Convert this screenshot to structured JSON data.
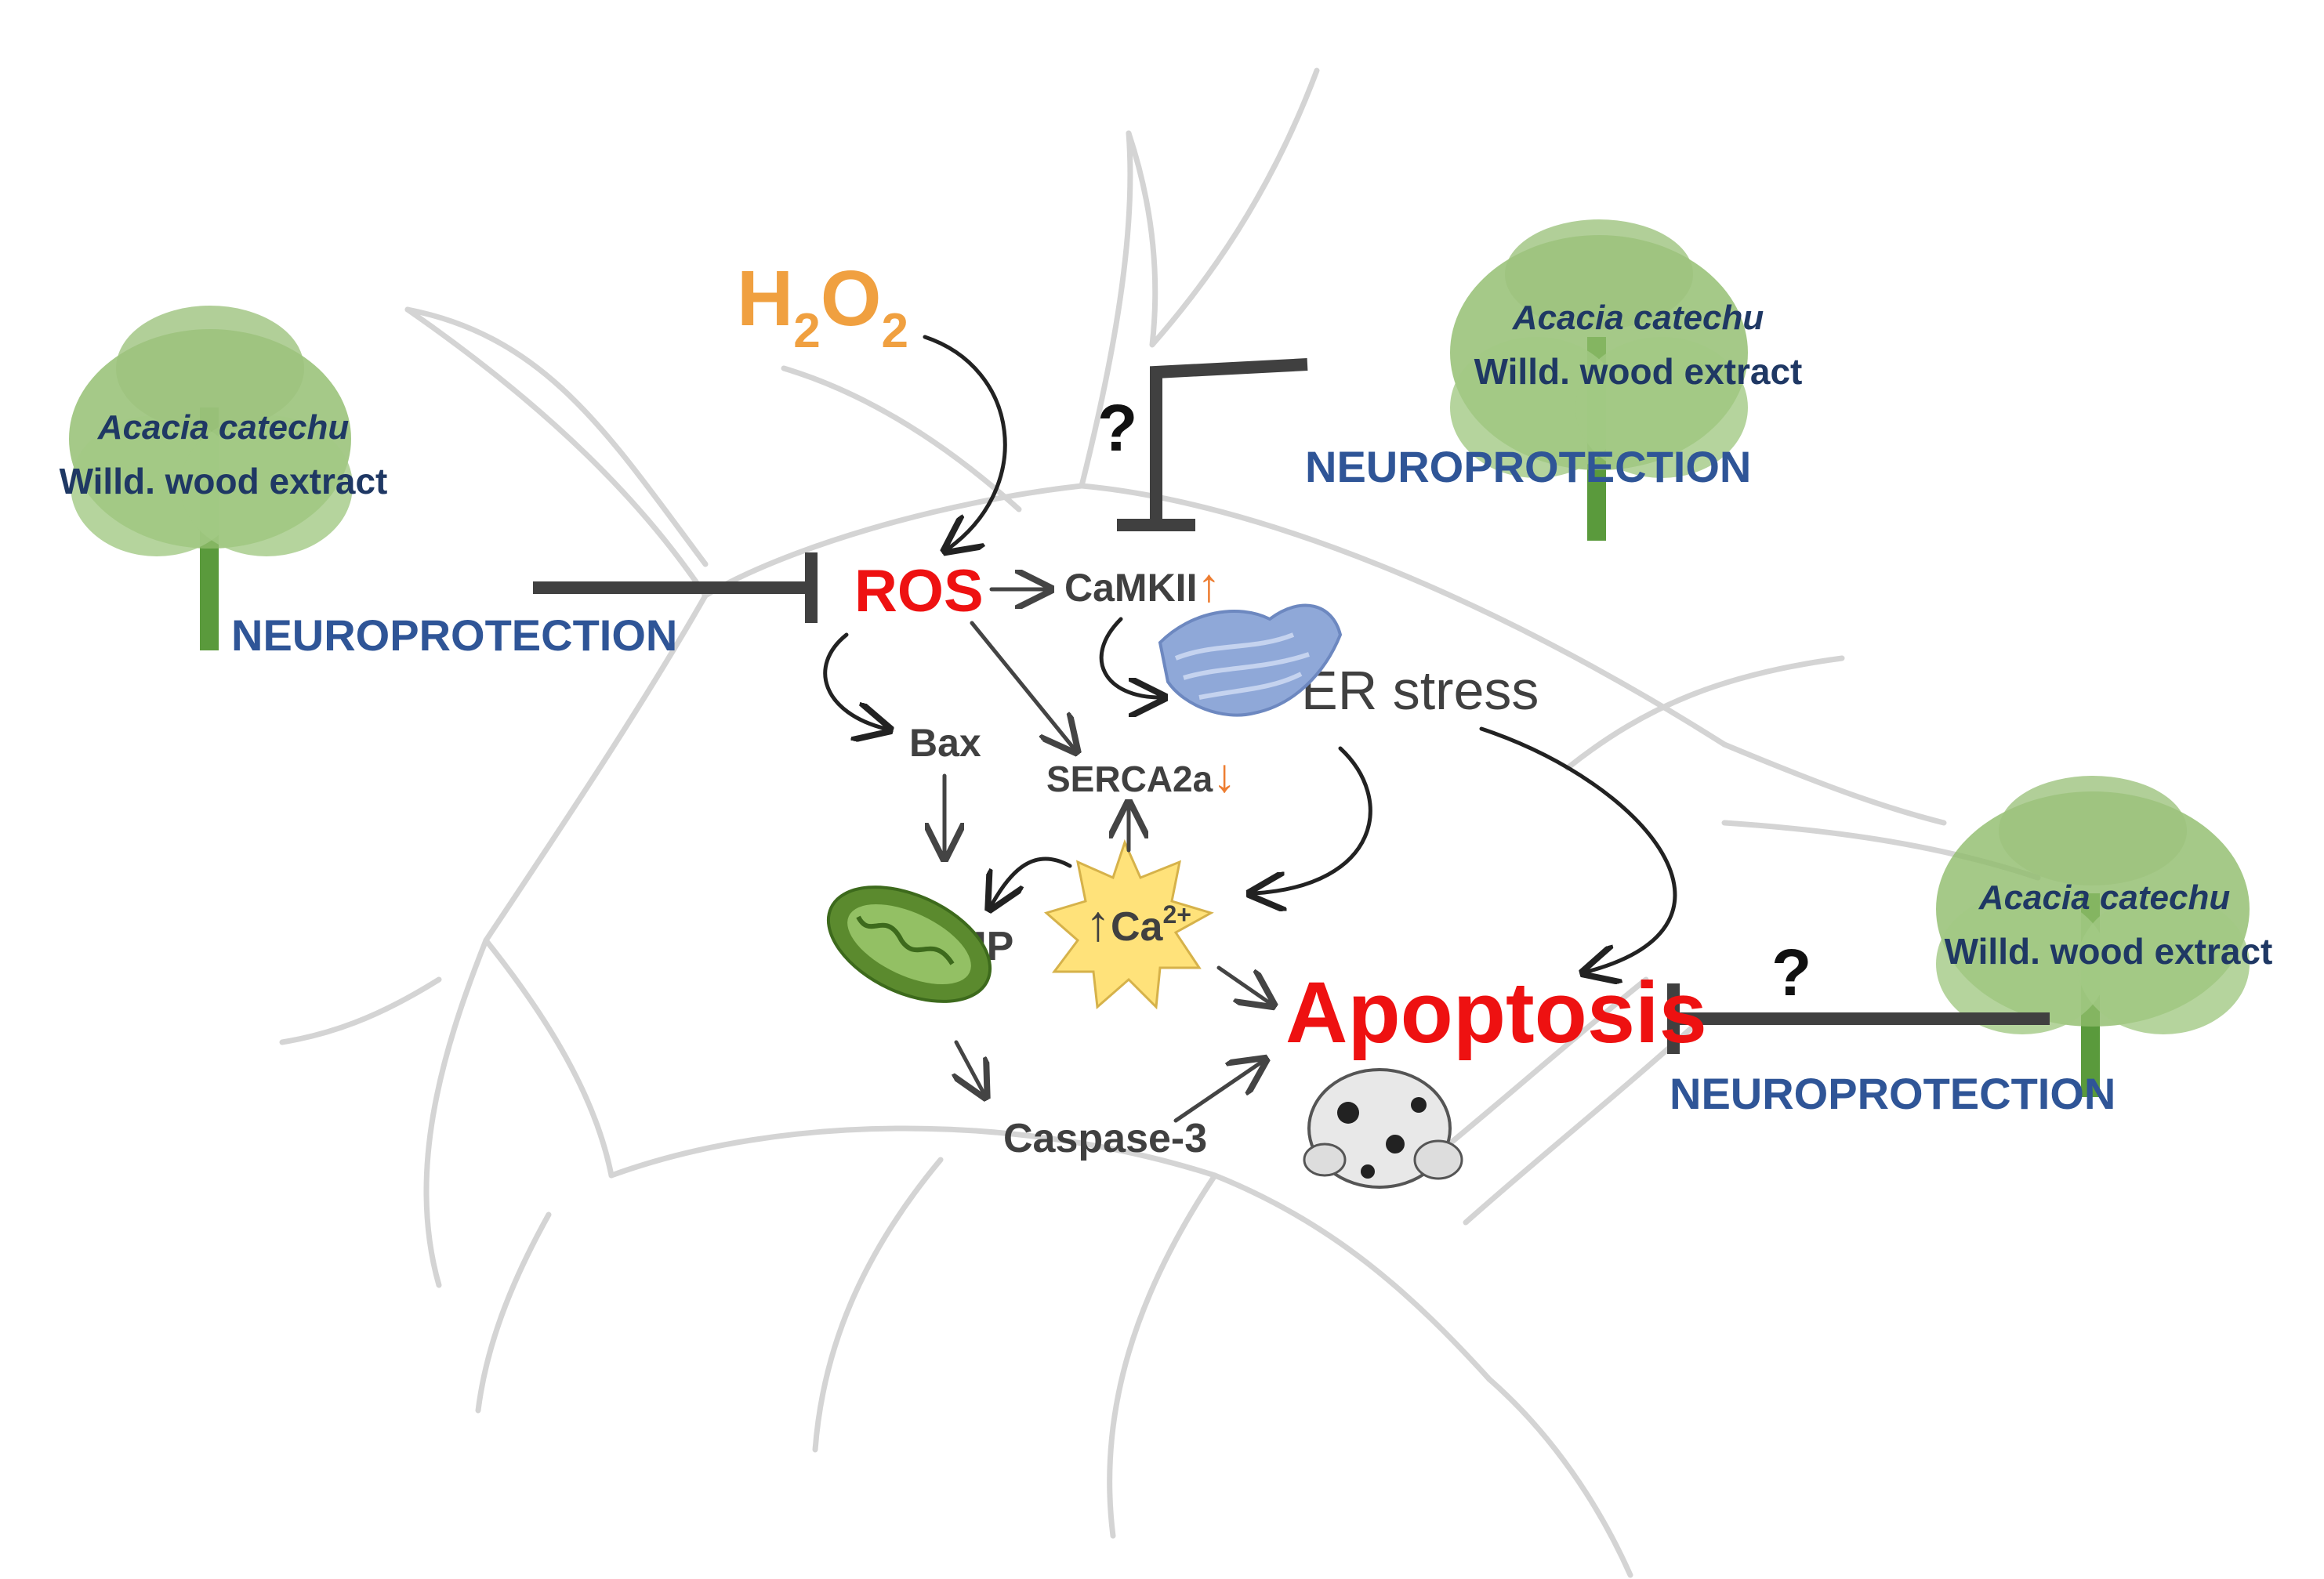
{
  "inducer": {
    "base": "H",
    "sub1": "2",
    "mid": "O",
    "sub2": "2"
  },
  "nodes": {
    "ros": "ROS",
    "camkii": "CaMKII",
    "camkii_arrow": "↑",
    "er_stress": "ER stress",
    "bax": "Bax",
    "serca": "SERCA2a",
    "serca_arrow": "↓",
    "mmp_arrow": "↓",
    "mmp": "MMP",
    "ca_arrow": "↑",
    "ca": "Ca",
    "ca_charge": "2+",
    "caspase": "Caspase-3",
    "apoptosis": "Apoptosis"
  },
  "extract": {
    "species": "Acacia catechu",
    "name": "Willd. wood extract",
    "effect": "NEUROPROTECTION",
    "unknown_mark": "?"
  },
  "colors": {
    "h2o2": "#f0a040",
    "ros": "#ee1111",
    "apoptosis": "#ee1111",
    "up_down_arrows": "#ed7d31",
    "node_text": "#404040",
    "species_text": "#1f3864",
    "neuroprotection_text": "#2f5597",
    "tree_foliage": "#8fbc6a",
    "tree_trunk": "#5a9a3c",
    "inhibitor_bar": "#404040",
    "neuron_outline": "#d0d0d0",
    "mitochondrion": "#5b8a2e",
    "er": "#8fa8d8",
    "calcium_burst": "#ffe27a"
  }
}
